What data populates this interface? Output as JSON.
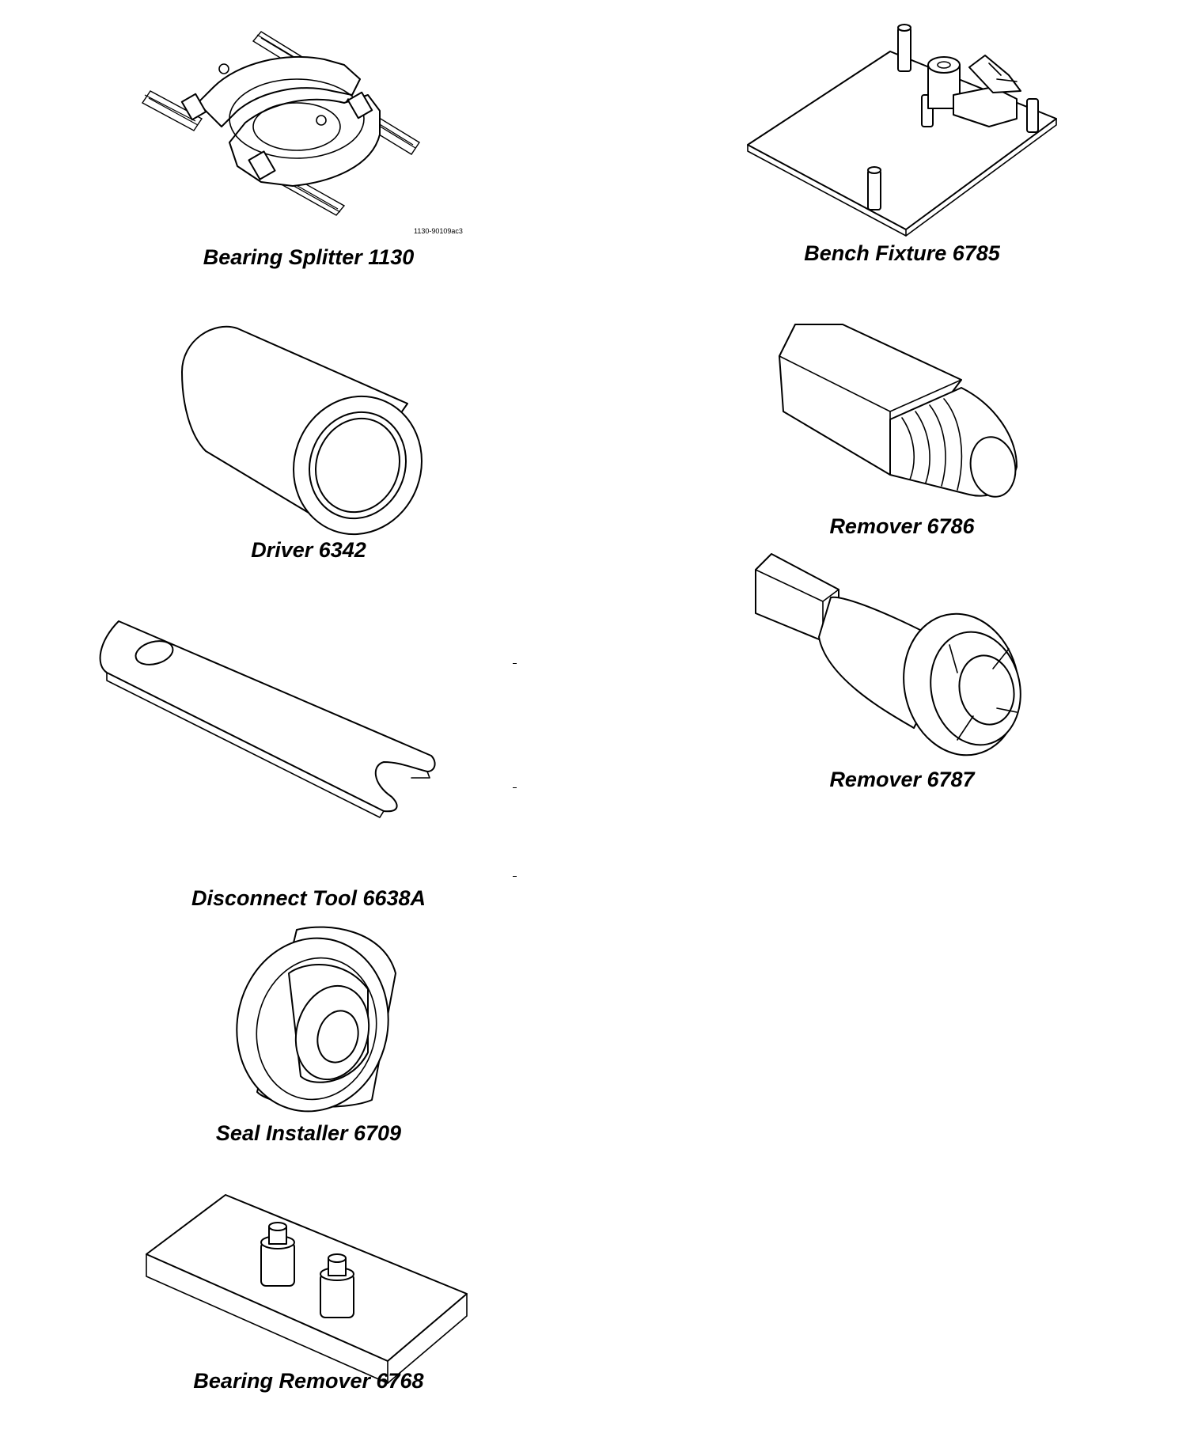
{
  "tools": [
    {
      "id": "bearing-splitter",
      "caption": "Bearing Splitter 1130",
      "icon": "bearing-splitter-icon",
      "art_code": "1130-90109ac3"
    },
    {
      "id": "bench-fixture",
      "caption": "Bench Fixture 6785",
      "icon": "bench-fixture-icon"
    },
    {
      "id": "driver",
      "caption": "Driver 6342",
      "icon": "driver-icon"
    },
    {
      "id": "remover-6786",
      "caption": "Remover 6786",
      "icon": "threaded-remover-icon"
    },
    {
      "id": "remover-6787",
      "caption": "Remover 6787",
      "icon": "bolt-remover-icon"
    },
    {
      "id": "disconnect-tool",
      "caption": "Disconnect Tool 6638A",
      "icon": "wrench-icon"
    },
    {
      "id": "seal-installer",
      "caption": "Seal Installer 6709",
      "icon": "seal-installer-icon"
    },
    {
      "id": "bearing-remover",
      "caption": "Bearing Remover 6768",
      "icon": "bearing-remover-plate-icon"
    }
  ]
}
